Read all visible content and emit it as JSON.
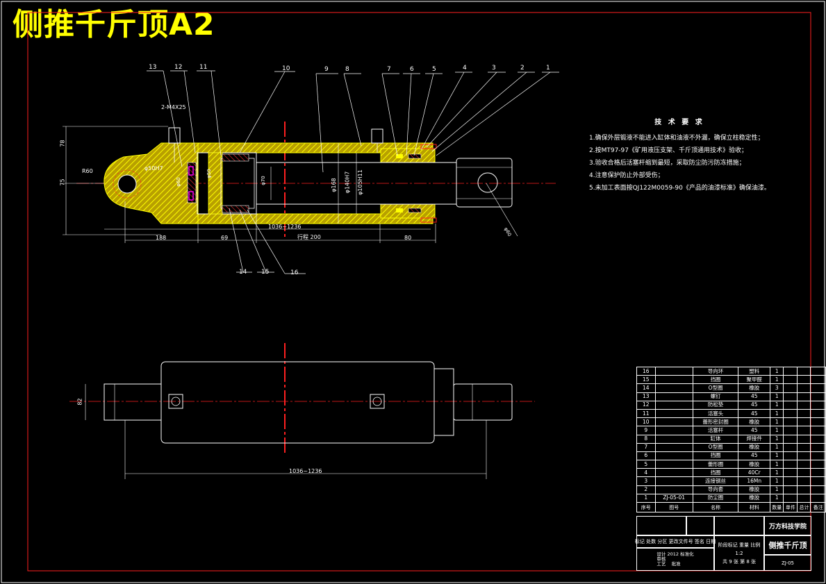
{
  "title": "侧推千斤顶A2",
  "colors": {
    "background": "#000000",
    "title": "#ffff00",
    "section": "#ffff00",
    "hatch": "#ff0000",
    "outline": "#ffffff",
    "centerline": "#ff0000",
    "dimension": "#ffffff",
    "seal": "#ff00ff"
  },
  "callouts": {
    "top": [
      "13",
      "12",
      "11",
      "10",
      "9",
      "8",
      "7",
      "6",
      "5",
      "4",
      "3",
      "2",
      "1"
    ],
    "bottom": [
      "14",
      "15",
      "16"
    ]
  },
  "dimensions": {
    "thread": "2-M4X25",
    "height_upper": "78",
    "height_lower": "75",
    "radius": "R60",
    "bore_pin": "φ50H7",
    "d_piston": "φ50",
    "d_inner": "φ70",
    "d_rod_seal": "φ60",
    "d_outer": "φ168",
    "d_bore": "φ140H7",
    "d_rod": "φ105H11",
    "stroke_range": "1036~1236",
    "stroke": "行程 200",
    "len_1": "188",
    "len_2": "69",
    "len_3": "80",
    "hole": "φ60",
    "side_dim": "82",
    "total_length": "1036~1236"
  },
  "tech_requirements": {
    "heading": "技 术 要 求",
    "items": [
      "1.确保外层锻液不能进入缸体和油液不外漏，确保立柱稳定性；",
      "2.按MT97-97《矿用液压支架、千斤顶通用技术》验收；",
      "3.验收合格后活塞杆缩到最短，采取防尘防污防冻措施；",
      "4.注意保护防止外部受伤；",
      "5.未加工表面按QJ122M0059-90《产品的油漆标准》确保油漆。"
    ]
  },
  "bom": [
    [
      "16",
      "",
      "导向环",
      "塑料",
      "1",
      "",
      "",
      ""
    ],
    [
      "15",
      "",
      "挡圈",
      "聚甲醛",
      "1",
      "",
      "",
      ""
    ],
    [
      "14",
      "",
      "O型圈",
      "橡胶",
      "3",
      "",
      "",
      ""
    ],
    [
      "13",
      "",
      "螺钉",
      "45",
      "1",
      "",
      "",
      ""
    ],
    [
      "12",
      "",
      "防松垫",
      "45",
      "1",
      "",
      "",
      ""
    ],
    [
      "11",
      "",
      "活塞头",
      "45",
      "1",
      "",
      "",
      ""
    ],
    [
      "10",
      "",
      "蕾形密封圈",
      "橡胶",
      "1",
      "",
      "",
      ""
    ],
    [
      "9",
      "",
      "活塞杆",
      "45",
      "1",
      "",
      "",
      ""
    ],
    [
      "8",
      "",
      "缸体",
      "焊接件",
      "1",
      "",
      "",
      ""
    ],
    [
      "7",
      "",
      "O型圈",
      "橡胶",
      "1",
      "",
      "",
      ""
    ],
    [
      "6",
      "",
      "挡圈",
      "45",
      "1",
      "",
      "",
      ""
    ],
    [
      "5",
      "",
      "蕾形圈",
      "橡胶",
      "1",
      "",
      "",
      ""
    ],
    [
      "4",
      "",
      "挡圈",
      "40Cr",
      "1",
      "",
      "",
      ""
    ],
    [
      "3",
      "",
      "连接钢丝",
      "16Mn",
      "1",
      "",
      "",
      ""
    ],
    [
      "2",
      "",
      "导向套",
      "橡胶",
      "1",
      "",
      "",
      ""
    ],
    [
      "1",
      "ZJ-05-01",
      "防尘圈",
      "橡胶",
      "1",
      "",
      "",
      ""
    ]
  ],
  "bom_header": [
    "序号",
    "图号",
    "名称",
    "材料",
    "数量",
    "单件",
    "总计",
    "备注"
  ],
  "title_block": {
    "school": "万方科技学院",
    "drawing_name": "侧推千斤顶",
    "code": "ZJ-05",
    "scale": "1:2",
    "sheet": "共 9 张",
    "page": "第 8 张",
    "labels": [
      "标记",
      "处数",
      "分区",
      "更改文件号",
      "签名",
      "日期"
    ],
    "roles": [
      "设计",
      "审核",
      "工艺",
      "标准化",
      "批准"
    ],
    "stage_labels": [
      "阶段标记",
      "重量",
      "比例"
    ],
    "date": "2012"
  }
}
